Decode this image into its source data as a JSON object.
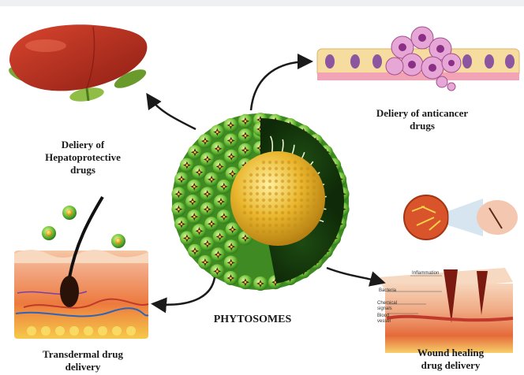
{
  "center": {
    "title": "PHYTOSOMES"
  },
  "labels": {
    "hepato": [
      "Deliery of",
      "Hepatoprotective",
      "drugs"
    ],
    "anticancer": [
      "Deliery of anticancer",
      "drugs"
    ],
    "transdermal": [
      "Transdermal drug",
      "delivery"
    ],
    "wound": [
      "Wound healing",
      "drug delivery"
    ]
  },
  "wound_annotations": {
    "inflammation": "Inflammation",
    "bacteria": "Bacteria",
    "chemical_signals": "Chemical signals",
    "blood_vessel": "Blood vessel"
  },
  "colors": {
    "sphere_green": "#6fc23a",
    "core_gold": "#e6b42a",
    "arrow": "#1a1a1a"
  }
}
